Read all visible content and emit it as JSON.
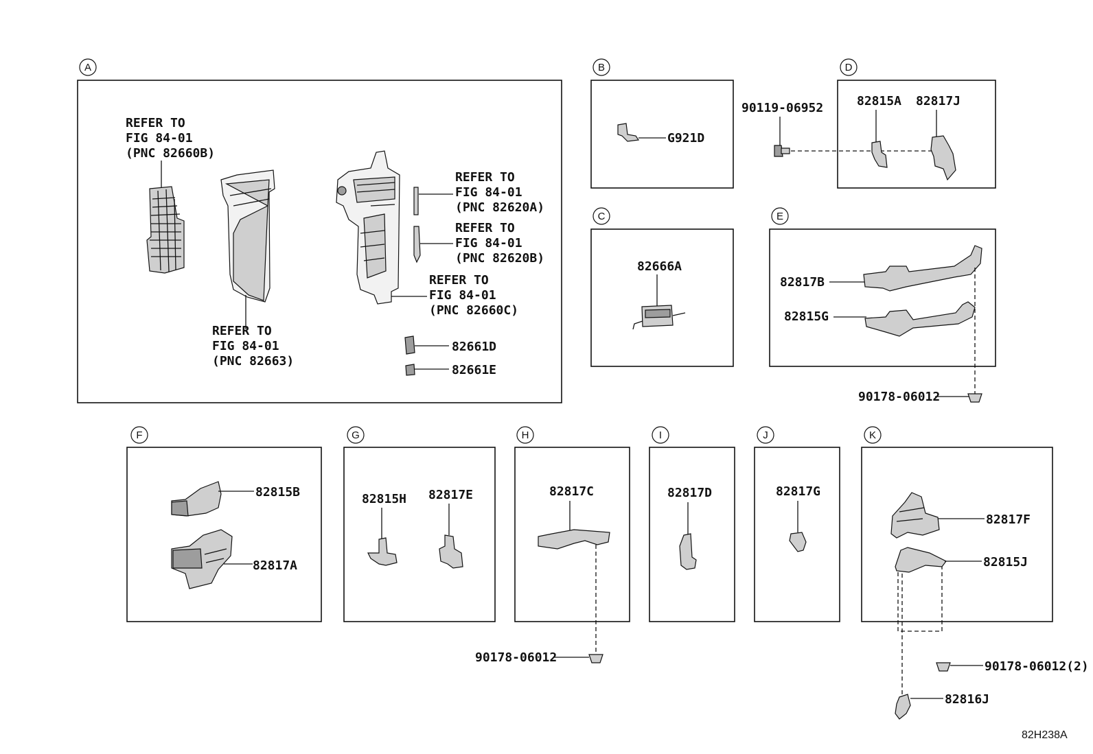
{
  "sections": {
    "A": {
      "letter": "A",
      "refer1": [
        "REFER TO",
        "FIG 84-01",
        "(PNC 82660B)"
      ],
      "refer2": [
        "REFER TO",
        "FIG 84-01",
        "(PNC 82663)"
      ],
      "refer3": [
        "REFER TO",
        "FIG 84-01",
        "(PNC 82620A)"
      ],
      "refer4": [
        "REFER TO",
        "FIG 84-01",
        "(PNC 82620B)"
      ],
      "refer5": [
        "REFER TO",
        "FIG 84-01",
        "(PNC 82660C)"
      ],
      "part1": "82661D",
      "part2": "82661E"
    },
    "B": {
      "letter": "B",
      "part1": "G921D"
    },
    "C": {
      "letter": "C",
      "part1": "82666A"
    },
    "D": {
      "letter": "D",
      "part1": "82815A",
      "part2": "82817J",
      "bolt": "90119-06952"
    },
    "E": {
      "letter": "E",
      "part1": "82817B",
      "part2": "82815G",
      "clip": "90178-06012"
    },
    "F": {
      "letter": "F",
      "part1": "82815B",
      "part2": "82817A"
    },
    "G": {
      "letter": "G",
      "part1": "82815H",
      "part2": "82817E"
    },
    "H": {
      "letter": "H",
      "part1": "82817C",
      "clip": "90178-06012"
    },
    "I": {
      "letter": "I",
      "part1": "82817D"
    },
    "J": {
      "letter": "J",
      "part1": "82817G"
    },
    "K": {
      "letter": "K",
      "part1": "82817F",
      "part2": "82815J",
      "clip": "90178-06012(2)",
      "part3": "82816J"
    }
  },
  "figure_code": "82H238A"
}
